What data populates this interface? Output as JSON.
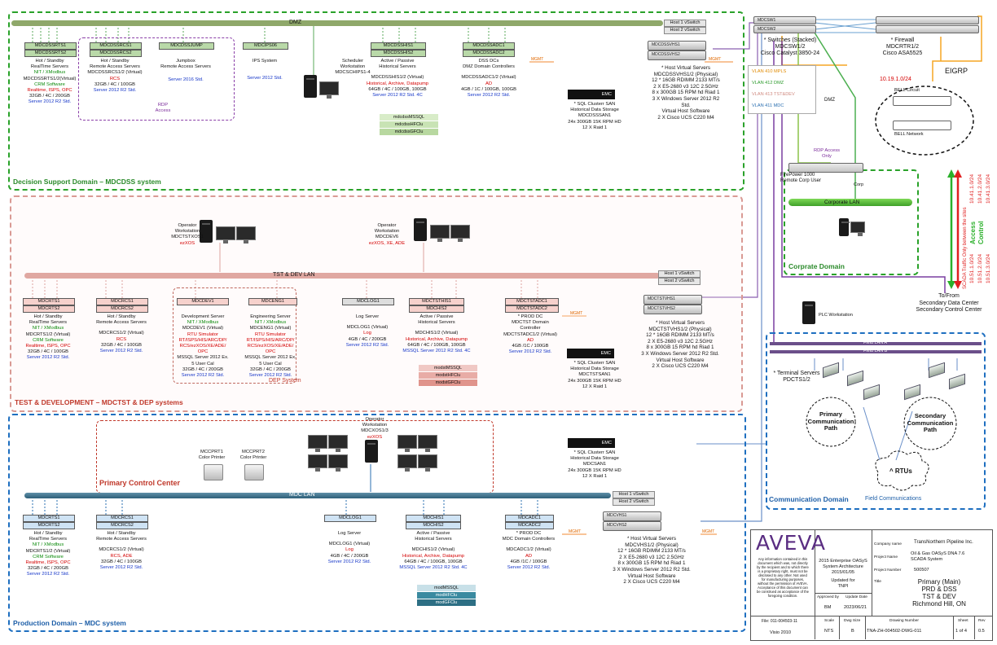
{
  "domains": {
    "dss": "Decision Support Domain – MDCDSS system",
    "tst": "TEST & DEVELOPMENT – MDCTST & DEP systems",
    "prod": "Production Domain – MDC system",
    "corp": "Corprate Domain",
    "comm": "Communication Domain",
    "comm_sub": "Field Communications",
    "primary_cc": "Primary Control Center",
    "dep": "DEP System"
  },
  "lans": {
    "dmz": "DMZ",
    "tst": "TST & DEV LAN",
    "mdc": "MDC LAN",
    "corp": "Corporate LAN",
    "field_a": "Field LAN A",
    "field_b": "Field LAN B"
  },
  "vswitch": {
    "h1": "Host 1 vSwitch",
    "h2": "Host 2 vSwitch"
  },
  "dss": {
    "rts": {
      "labels": [
        "MDCDSSRTS1",
        "MDCDSSRTS2"
      ],
      "lines": [
        "Hot / Standby",
        "RealTime Servers",
        "NIT / XModbus",
        "MDCDSSRTS1/2(Virtual)",
        "CRM Software",
        "Realtime, ISPS, OPC",
        "32GB / 4C / 200GB",
        "Server 2012 R2 Std."
      ]
    },
    "rcs": {
      "labels": [
        "MDCDSSRCS1",
        "MDCDSSRCS2"
      ],
      "lines": [
        "Hot / Standby",
        "Remote Access Servers",
        "MDCDSSRCS1/2 (Virtual)",
        "RCS",
        "32GB / 4C / 100GB",
        "Server 2012 R2 Std."
      ]
    },
    "jump": {
      "label": "MDCDSSJUMP",
      "lines": [
        "Jumpbox",
        "Remote Access Servers",
        "Server 2016 Std."
      ]
    },
    "rdp": [
      "RDP",
      "Access"
    ],
    "ips": {
      "label": "MDCIPS06",
      "lines": [
        "IPS System",
        "Server 2012 Std."
      ]
    },
    "scheduler": [
      "Scheduler",
      "Workstation",
      "MDCSCHIPS1-4"
    ],
    "his": {
      "labels": [
        "MDCDSSHIS1",
        "MDCDSSHIS2"
      ],
      "lines": [
        "Active / Passive",
        "Historical Servers",
        "MDCDSSHIS1/2 (Virtual)",
        "Historical, Archive, Datapump",
        "64GB / 4C / 100GB, 100GB",
        "Server 2012 R2 Std. 4C"
      ]
    },
    "db": [
      "mdcdssMSSQL",
      "mdcdssHFClu",
      "mdcdssGFClu"
    ],
    "adc": {
      "labels": [
        "MDCDSSADC1",
        "MDCDSSADC2"
      ],
      "lines": [
        "DSS DCs",
        "DMZ Domain Controllers",
        "MDCDSSADC1/2 (Virtual)",
        "AD",
        "4GB / 1C / 100GB, 100GB",
        "Server 2012 R2 Std."
      ]
    },
    "mgmt": "MGMT",
    "hosts": [
      "MDCDSSVHS1",
      "MDCDSSVHS2"
    ],
    "host_lines": [
      "* Host Virtual Servers",
      "MDCDSSVHS1/2 (Physical)",
      "12 * 16GB RDIMM 2133 MT/s",
      "2 X E5-2680 v3 12C 2.5GHz",
      "8 x 300GB 15 RPM hd Riad 1",
      "3 X Windows Server 2012 R2",
      "Std.",
      "Virtual Host Software",
      "2 X Cisco UCS C220 M4"
    ],
    "san": [
      "* SQL Clusterr SAN",
      "Historical Data Storage",
      "MDCDSSSAN1",
      "24x 300GB 15K RPM HD",
      "12 X Raid 1"
    ]
  },
  "tst": {
    "op1": [
      "Operator",
      "Workstation",
      "MDCTSTXOS1",
      "ezXOS"
    ],
    "op2": [
      "Operator",
      "Workstation",
      "MDCDEV6",
      "ezXOS, XE, ADE"
    ],
    "rts": {
      "labels": [
        "MDCRTS1",
        "MDCRTS2"
      ],
      "lines": [
        "Hot / Standby",
        "RealTime Servers",
        "NIT / XModbus",
        "MDCRTS1/2 (Virtual)",
        "CRM Software",
        "Realtime, ISPS, OPC",
        "32GB / 4C / 100GB",
        "Server 2012 R2 Std."
      ]
    },
    "rcs": {
      "labels": [
        "MDCRCS1",
        "MDCRCS2"
      ],
      "lines": [
        "Hot / Standby",
        "Remote Access Servers",
        "MDCRCS1/2 (Virtual)",
        "RCS",
        "32GB / 4C / 100GB",
        "Server 2012 R2 Std."
      ]
    },
    "dev": {
      "label": "MDCDEV1",
      "lines": [
        "Development Server",
        "NIT / XModbus",
        "MDCDEV1 (Virtual)",
        "RTU Simulator",
        "RT/ISPS/HIS/ARC/DP/",
        "RCS/ezXOS/XE/ADE/",
        "OPC",
        "MSSQL Server 2012 Ex.",
        "5 User Cal",
        "32GB / 4C / 200GB",
        "Server 2012 R2 Std."
      ]
    },
    "eng": {
      "label": "MDCENG1",
      "lines": [
        "Engineering Server",
        "NIT / XModbus",
        "MDCENG1 (Virtual)",
        "RTU Simulator",
        "RT/ISPS/HIS/ARC/DP/",
        "RCS/ezXOS/XE/ADE/",
        "OPC",
        "MSSQL Server 2012 Ex.",
        "5 User Cal",
        "32GB / 4C / 200GB",
        "Server 2012 R2 Std."
      ]
    },
    "log": {
      "label": "MDCLOG1",
      "lines": [
        "Log Server",
        "MDCLOG1 (Virtual)",
        "Log",
        "4GB / 4C / 200GB",
        "Server 2012 R2 Std."
      ]
    },
    "his": {
      "labels": [
        "MDCTSTHIS1",
        "MDCHIS2"
      ],
      "lines": [
        "Active / Passive",
        "Historical Servers",
        "MDCHIS1/2 (Virtual)",
        "Historical, Archive, Datapump",
        "64GB / 4C / 100GB, 100GB",
        "MSSQL Server 2012 R2 Std. 4C"
      ]
    },
    "db": [
      "modstMSSQL",
      "modstHFClu",
      "modstGFClu"
    ],
    "adc": {
      "labels": [
        "MDCTSTADC1",
        "MDCTSTADC2"
      ],
      "lines": [
        "* PROD DC",
        "MDCTST Domain",
        "Controller",
        "MDCTSTADC1/2 (Virtual)",
        "AD",
        "4GB /1C / 100GB",
        "Server 2012 R2 Std."
      ]
    },
    "hosts": [
      "MDCTSTVHS1",
      "MDCTSTVHS2"
    ],
    "host_lines": [
      "* Host Virtual Servers",
      "MDCTSTVHS1/2 (Physical)",
      "12 * 16GB RDIMM 2133 MT/s",
      "2 X E5-2680 v3 12C 2.5GHz",
      "8 x 300GB 15 RPM hd Riad 1",
      "3 X Windows Server 2012 R2 Std.",
      "Virtual Host Software",
      "2 X Cisco UCS C220 M4"
    ],
    "san": [
      "* SQL Clusterr SAN",
      "Historical Data Storage",
      "MDCTSTSAN1",
      "24x 300GB 15K RPM HD",
      "12 X Raid 1"
    ]
  },
  "prod": {
    "op": [
      "Operator",
      "Workstation",
      "MDCXOS1/3",
      "ezXOS"
    ],
    "printer1": [
      "MCCPRT1",
      "Color Printer"
    ],
    "printer2": [
      "MCCPRT2",
      "Color Printer"
    ],
    "rts": {
      "labels": [
        "MDCRTS1",
        "MDCRTS2"
      ],
      "lines": [
        "Hot / Standby",
        "RealTime Servers",
        "NIT / XModbus",
        "MDCRTS1/2 (Virtual)",
        "CRM Software",
        "Realtime, ISPS, OPC",
        "32GB / 4C / 200GB",
        "Server 2012 R2 Std."
      ]
    },
    "rcs": {
      "labels": [
        "MDCRCS1",
        "MDCRCS2"
      ],
      "lines": [
        "Hot / Standby",
        "Remote Access Servers",
        "MDCRCS1/2 (Virtual)",
        "RCS, ADE",
        "32GB / 4C / 100GB",
        "Server 2012 R2 Std."
      ]
    },
    "log": {
      "label": "MDCLOG1",
      "lines": [
        "Log Server",
        "MDCLOG1 (Virtual)",
        "Log",
        "4GB / 4C / 200GB",
        "Server 2012 R2 Std."
      ]
    },
    "his": {
      "labels": [
        "MDCHIS1",
        "MDCHIS2"
      ],
      "lines": [
        "Active / Passive",
        "Historical Servers",
        "MDCHIS1/2 (Virtual)",
        "Historical, Archive, Datapump",
        "64GB / 4C / 100GB, 100GB",
        "MSSQL Server 2012 R2 Std. 4C"
      ]
    },
    "db": [
      "modMSSQL",
      "modHFClu",
      "modGFClu"
    ],
    "adc": {
      "labels": [
        "MDCADC1",
        "MDCADC2"
      ],
      "lines": [
        "* PROD DC",
        "MDC Domain Controllers",
        "MDCADC1/2 (Virtual)",
        "AD",
        "4GB /1C / 100GB",
        "Server 2012 R2 Std."
      ]
    },
    "hosts": [
      "MDCVHS1",
      "MDCVHS2"
    ],
    "host_lines": [
      "* Host Virtual Servers",
      "MDCVHS1/2 (Physical)",
      "12 * 16GB RDIMM 2133 MT/s",
      "2 X E5-2680 v3 12C 2.5GHz",
      "8 x 300GB 15 RPM hd Riad 1",
      "3 X Windows Server 2012 R2 Std.",
      "Virtual Host Software",
      "2 X Cisco UCS C220 M4"
    ],
    "san": [
      "* SQL Clusterr SAN",
      "Historical Data Storage",
      "MDCSAN1",
      "24x 300GB 15K RPM HD",
      "12 X Raid 1"
    ]
  },
  "network": {
    "switches_lines": [
      "* Switches (Stacked)",
      "MDCSW1/2",
      "Cisco Catalyst 3850-24"
    ],
    "switch_labels": [
      "MDCSW1",
      "MDCSW2"
    ],
    "firewall_lines": [
      "* Firewall",
      "MDCRTR1/2",
      "Cisco ASA5525"
    ],
    "vlans": [
      "VLAN 410 MPLS",
      "VLAN 412 DMZ",
      "VLAN 413 TST&DEV",
      "VLAN 411 MDC"
    ],
    "eigrp": "EIGRP",
    "subnet": "10.19.1.0/24",
    "bell_circuit": "BELL Circuit",
    "bell_network": "BELL Network",
    "dmz": "DMZ",
    "rdp_access": [
      "RDP Access",
      "Only"
    ],
    "firepower": [
      "FirePower 1000",
      "Remote Corp User"
    ],
    "corp": "Corp",
    "scada": "SCADA Traffic Only between the sites",
    "access": "Access",
    "control": "Control",
    "subnets_green": [
      "10.41.1.0/24",
      "10.41.2.0/24",
      "10.41.3.0/24"
    ],
    "subnets_red": [
      "10.51.1.0/24",
      "10.51.2.0/24",
      "10.51.3.0/24"
    ],
    "tofrom": [
      "To/From",
      "Secondary Data Center",
      "Secondary Control Center"
    ],
    "plc": "PLC Workstation",
    "terminal": [
      "* Terminal Servers",
      "PDCTS1/2"
    ],
    "primary_path": [
      "Primary",
      "Communication",
      "Path"
    ],
    "secondary_path": [
      "Secondary",
      "Communication",
      "Path"
    ],
    "rtus": "^ RTUs"
  },
  "title_block": {
    "logo": "AVEVA",
    "disclaimer": [
      "Any information contained in this",
      "document which was, not directly",
      "by the recipient and to which there",
      "is a proprietary right, must not be",
      "disclosed to any other. Not used",
      "for manufacturing purposes,",
      "without the permission of AVEVA.",
      "Acceptance of this document can",
      "be construed as acceptance of the",
      "foregoing condition."
    ],
    "center": [
      "2015 Enterprise OASyS",
      "System Architecture",
      "2015/01/05"
    ],
    "updated": [
      "Updated for",
      "TNPI"
    ],
    "approved_by_label": "Approved by",
    "approved_by": "BM",
    "update_date_label": "Update Date",
    "update_date": "2023/06/21",
    "company_name_label": "Company name",
    "company_name": "TransNorthern Pipeline Inc.",
    "project_name_label": "Project Name",
    "project_name": [
      "Oil & Gas OASyS DNA 7.6",
      "SCADA System"
    ],
    "project_number_label": "Project Number",
    "project_number": "500507",
    "title_label": "Title",
    "title": [
      "Primary (Main)",
      "PRD & DSS",
      "TST & DEV",
      "Richmond Hill, ON"
    ],
    "file_label": "File:",
    "file": "011-004503-11",
    "visio": "Visio 2010",
    "scale_label": "Scale",
    "scale": "NTS",
    "dwg_size_label": "Dwg Size",
    "dwg_size": "B",
    "drawing_number_label": "Drawing Number",
    "drawing_number": "TNA-ZH-004502-DWG-011",
    "sheet_label": "Sheet",
    "sheet": "1 of 4",
    "rev_label": "Rev",
    "rev": "0.5"
  },
  "colors": {
    "green_domain": "#2aa22a",
    "red_domain": "#d99a94",
    "blue_domain": "#1e6fc0",
    "purple_link": "#7a3fa0",
    "orange_link": "#f5a623",
    "aveva_purple": "#5a2d82"
  }
}
